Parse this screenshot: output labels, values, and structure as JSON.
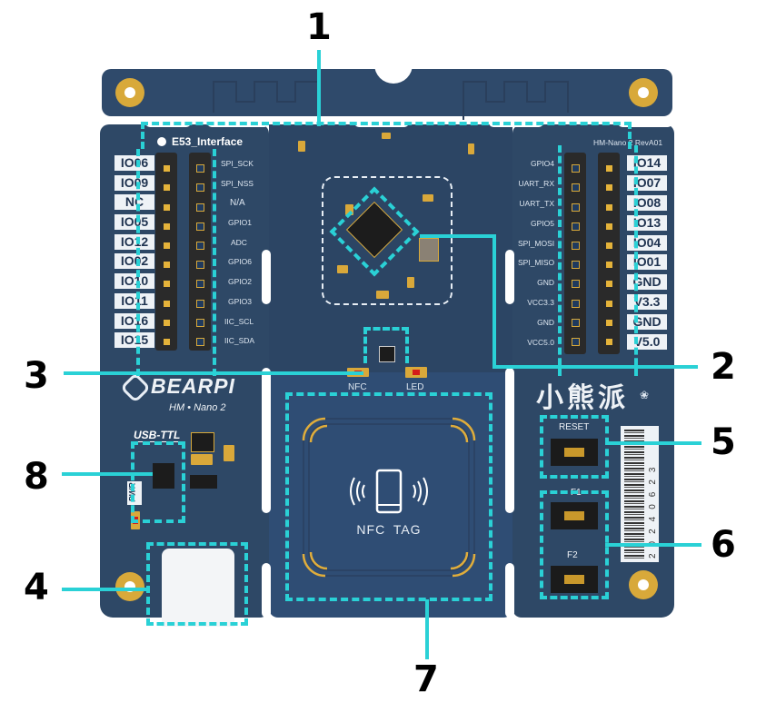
{
  "board": {
    "name": "HM-Nano 2",
    "revision_label": "HM-Nano 2 RevA01",
    "interface_label": "E53_Interface",
    "brand": "BEARPI",
    "brand_sub": "HM • Nano 2",
    "brand_cn": "小熊派",
    "usb_ttl_label": "USB-TTL",
    "pwr_label": "PWR",
    "nfc_label": "NFC",
    "led_label": "LED",
    "nfc_tag_label": "NFC TAG",
    "barcode_digits": "20240623",
    "colors": {
      "pcb": "#2f4a6b",
      "callout_line": "#2ad1d6",
      "gold": "#d8a93a",
      "label_bg": "#eef2f6"
    }
  },
  "left_header": {
    "pin_labels": [
      "IO06",
      "IO09",
      "NC",
      "IO05",
      "IO12",
      "IO02",
      "IO10",
      "IO11",
      "IO16",
      "IO15"
    ],
    "signal_labels": [
      "SPI_SCK",
      "SPI_NSS",
      "N/A",
      "GPIO1",
      "ADC",
      "GPIO6",
      "GPIO2",
      "GPIO3",
      "IIC_SCL",
      "IIC_SDA"
    ]
  },
  "right_header": {
    "signal_labels": [
      "GPIO4",
      "UART_RX",
      "UART_TX",
      "GPIO5",
      "SPI_MOSI",
      "SPI_MISO",
      "GND",
      "VCC3.3",
      "GND",
      "VCC5.0"
    ],
    "pin_labels": [
      "IO14",
      "IO07",
      "IO08",
      "IO13",
      "IO04",
      "IO01",
      "GND",
      "V3.3",
      "GND",
      "V5.0"
    ]
  },
  "buttons": [
    {
      "label": "RESET"
    },
    {
      "label": "F1"
    },
    {
      "label": "F2"
    }
  ],
  "callouts": [
    "1",
    "2",
    "3",
    "4",
    "5",
    "6",
    "7",
    "8"
  ]
}
